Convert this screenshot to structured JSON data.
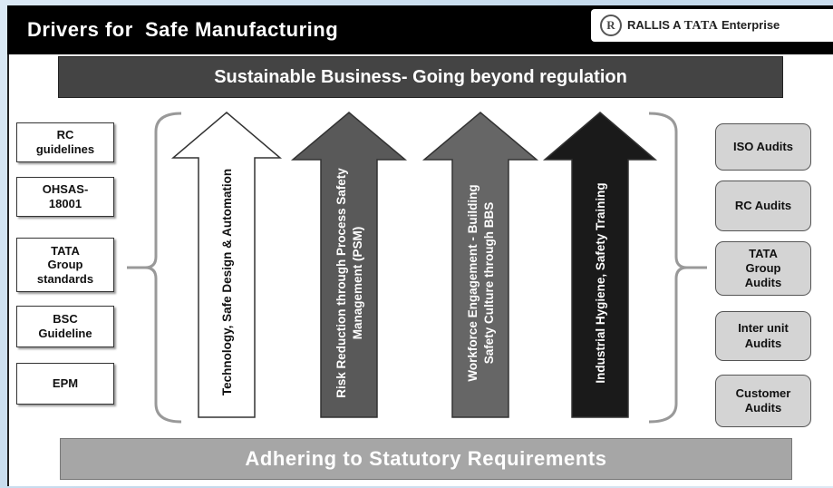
{
  "title": "Drivers for  Safe Manufacturing",
  "logo": {
    "seal_letter": "R",
    "brand_prefix": "RALLIS A ",
    "brand_tata": "TATA",
    "brand_suffix": " Enterprise"
  },
  "top_banner": "Sustainable Business- Going beyond regulation",
  "bottom_banner": "Adhering to Statutory Requirements",
  "left_items": [
    "RC\nguidelines",
    "OHSAS-\n18001",
    "TATA\nGroup\nstandards",
    "BSC\nGuideline",
    "EPM"
  ],
  "right_items": [
    "ISO Audits",
    "RC Audits",
    "TATA\nGroup\nAudits",
    "Inter unit\nAudits",
    "Customer\nAudits"
  ],
  "arrows": [
    {
      "line1": "Technology, Safe Design & Automation",
      "line2": "",
      "fill": "#ffffff",
      "text_color": "#111111"
    },
    {
      "line1": "Risk Reduction through Process Safety",
      "line2": "Management (PSM)",
      "fill": "#595959",
      "text_color": "#ffffff"
    },
    {
      "line1": "Workforce Engagement - Building",
      "line2": "Safety Culture through BBS",
      "fill": "#666666",
      "text_color": "#ffffff"
    },
    {
      "line1": "Industrial Hygiene, Safety Training",
      "line2": "",
      "fill": "#1a1a1a",
      "text_color": "#ffffff"
    }
  ]
}
